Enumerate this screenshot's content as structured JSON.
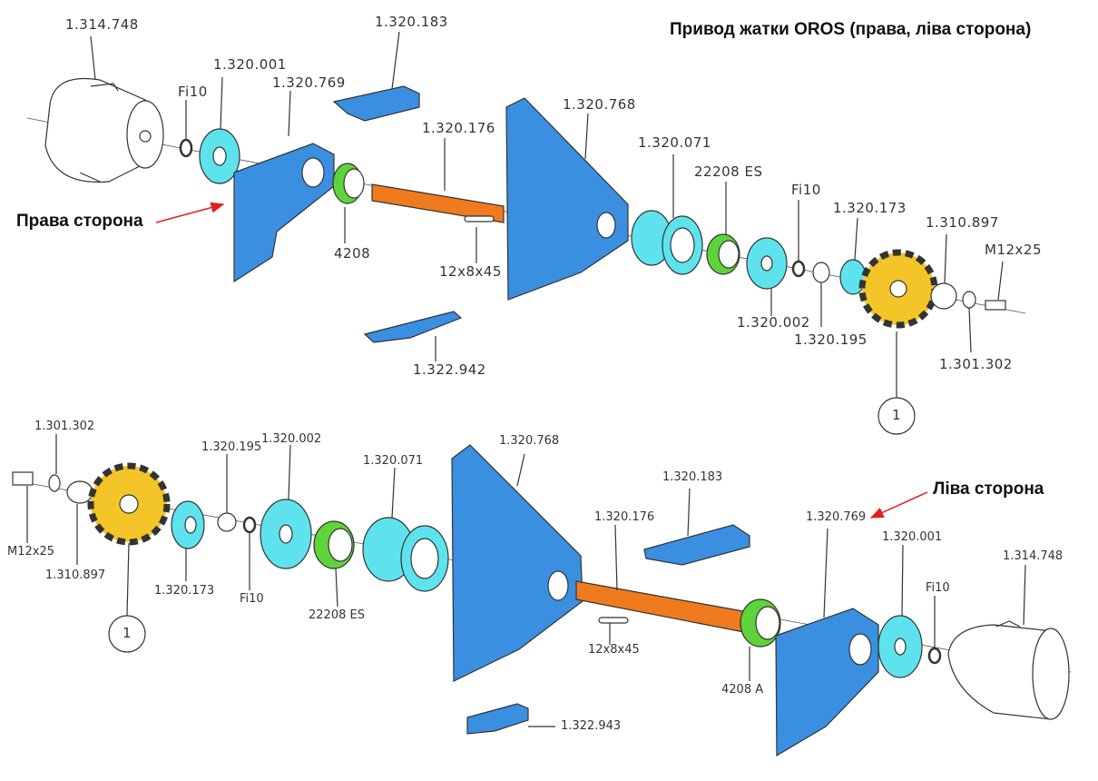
{
  "title": "Привод жатки OROS (права, ліва сторона)",
  "sides": {
    "right": "Права сторона",
    "left": "Ліва сторона"
  },
  "colors": {
    "plate": "#3a8fe0",
    "disc": "#5ee3ee",
    "bearing": "#5fd33a",
    "shaft": "#f07a1e",
    "sprocket": "#f4c528",
    "arrow": "#e02020",
    "line": "#333333"
  },
  "right_view_labels": {
    "p1": "1.314.748",
    "p2": "1.320.001",
    "p3": "Fi10",
    "p4": "1.320.769",
    "p5": "1.320.183",
    "p6": "1.320.176",
    "p7": "1.320.768",
    "p8": "1.320.071",
    "p9": "22208 ES",
    "p10": "Fi10",
    "p11": "1.320.173",
    "p12": "1.310.897",
    "p13": "M12x25",
    "p14": "4208",
    "p15": "12x8x45",
    "p16": "1.322.942",
    "p17": "1.320.002",
    "p18": "1.320.195",
    "p19": "1.301.302",
    "p20": "1"
  },
  "left_view_labels": {
    "q1": "1.301.302",
    "q2": "M12x25",
    "q3": "1.310.897",
    "q4": "1.320.195",
    "q5": "1.320.002",
    "q6": "1.320.173",
    "q7": "Fi10",
    "q8": "1.320.071",
    "q9": "22208  ES",
    "q10": "1.320.768",
    "q11": "1.320.183",
    "q12": "1.320.176",
    "q13": "1.320.769",
    "q14": "1.320.001",
    "q15": "Fi10",
    "q16": "1.314.748",
    "q17": "12x8x45",
    "q18": "4208  A",
    "q19": "1.322.943",
    "q20": "1"
  }
}
